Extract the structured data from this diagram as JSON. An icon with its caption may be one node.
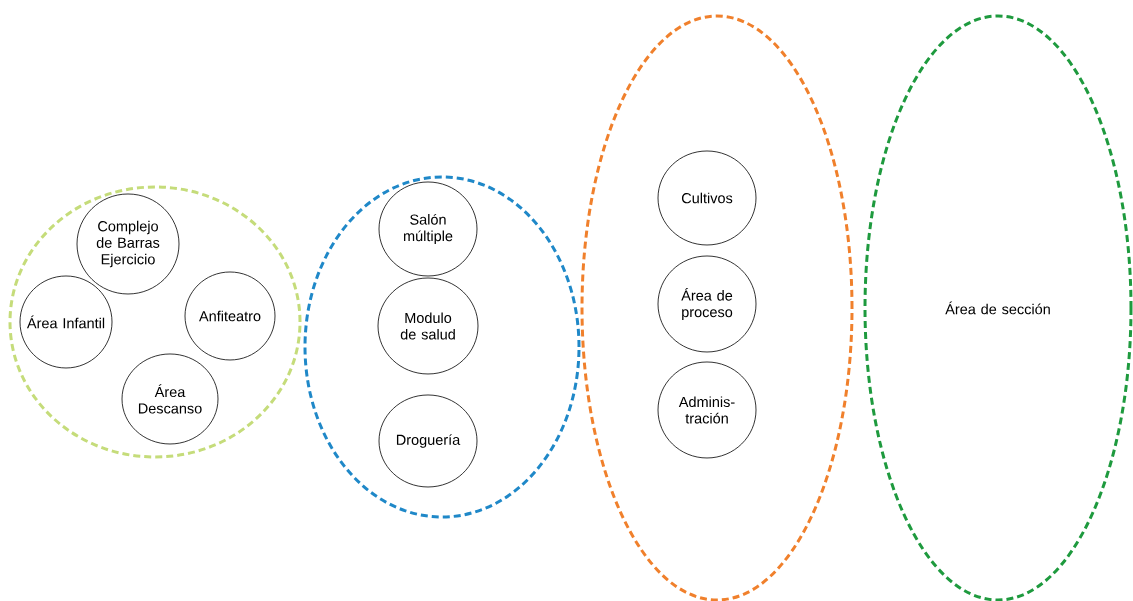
{
  "diagram": {
    "nodes": [
      {
        "text": [],
        "shape": "ellipse"
      },
      {
        "text": [
          "Complejo de Barras Ejercicio"
        ],
        "in": 0
      },
      {
        "text": [
          "Área Infantil"
        ],
        "in": 0
      },
      {
        "text": [
          "Anfiteatro"
        ],
        "in": 0
      },
      {
        "text": [
          "Área Descanso"
        ],
        "in": 0
      },
      {
        "text": [],
        "shape": "ellipse"
      },
      {
        "text": [
          "Salón múltiple"
        ],
        "in": 5
      },
      {
        "text": [
          "Modulo de salud"
        ],
        "in": 5
      },
      {
        "text": [
          "Droguería"
        ],
        "in": 5
      },
      {
        "text": [],
        "shape": "ellipse"
      },
      {
        "text": [
          "Cultivos"
        ],
        "in": 9
      },
      {
        "text": [
          "Área de proceso"
        ],
        "in": 9
      },
      {
        "text": [
          "Adminis- tración"
        ],
        "in": 9
      },
      {
        "text": [
          "Área de sección"
        ]
      }
    ],
    "edges": []
  }
}
